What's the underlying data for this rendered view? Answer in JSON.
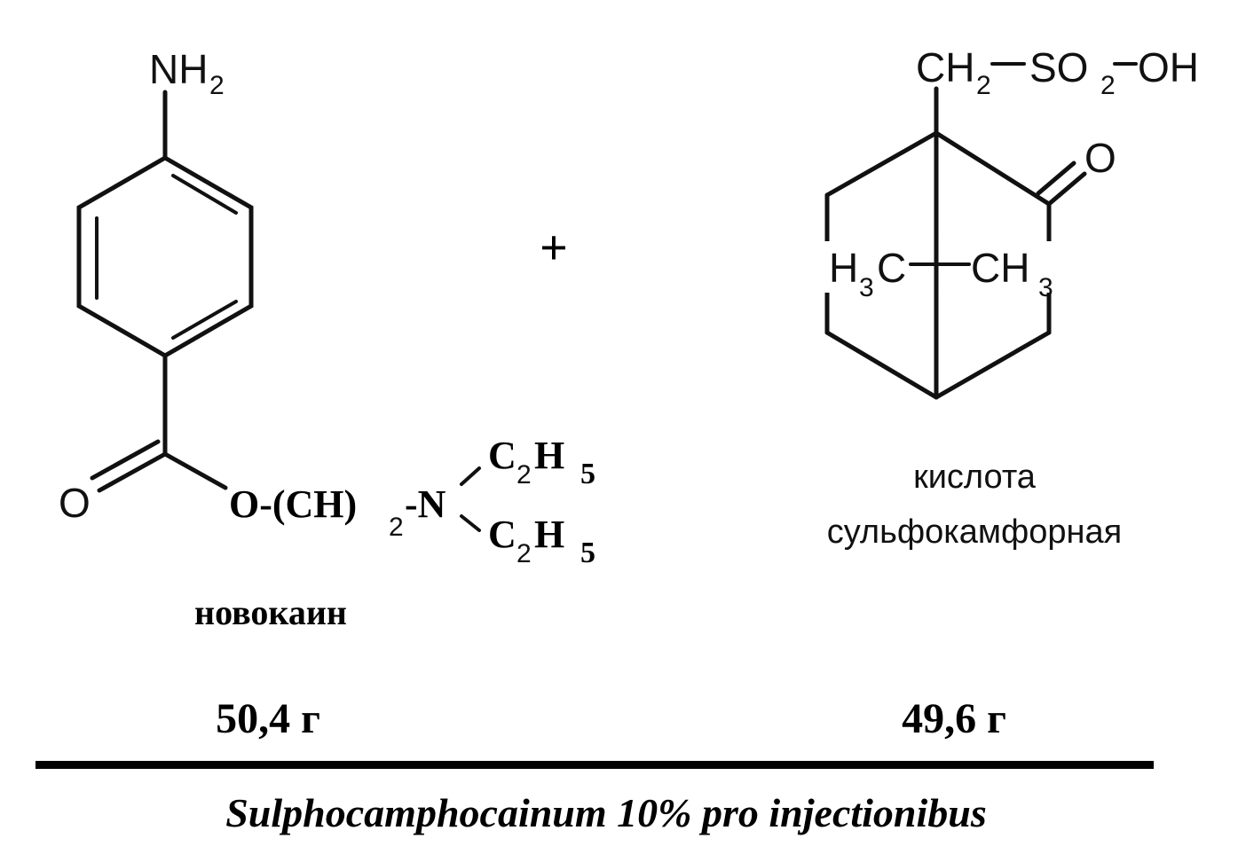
{
  "reactant_left": {
    "amine_group": "NH",
    "amine_sub": "2",
    "carbonyl_oxygen": "O",
    "ester_chain_prefix": "O-(CH)",
    "ester_chain_sub": "2",
    "ester_chain_suffix": "-N",
    "ethyl_upper": {
      "c": "C",
      "c_sub": "2",
      "h": "H",
      "h_sub": "5"
    },
    "ethyl_lower": {
      "c": "C",
      "c_sub": "2",
      "h": "H",
      "h_sub": "5"
    },
    "name": "новокаин",
    "mass": "50,4 г"
  },
  "plus_sign": "+",
  "reactant_right": {
    "top_ch": "CH",
    "top_ch_sub": "2",
    "top_so": "SO",
    "top_so_sub": "2",
    "top_oh": "OH",
    "ketone_oxygen": "O",
    "methyl_left": "H",
    "methyl_left_sub": "3",
    "methyl_left_c": "C",
    "methyl_right": "CH",
    "methyl_right_sub": "3",
    "name_line1": "кислота",
    "name_line2": "сульфокамфорная",
    "mass": "49,6 г"
  },
  "product_name": "Sulphocamphocainum 10% pro injectionibus"
}
